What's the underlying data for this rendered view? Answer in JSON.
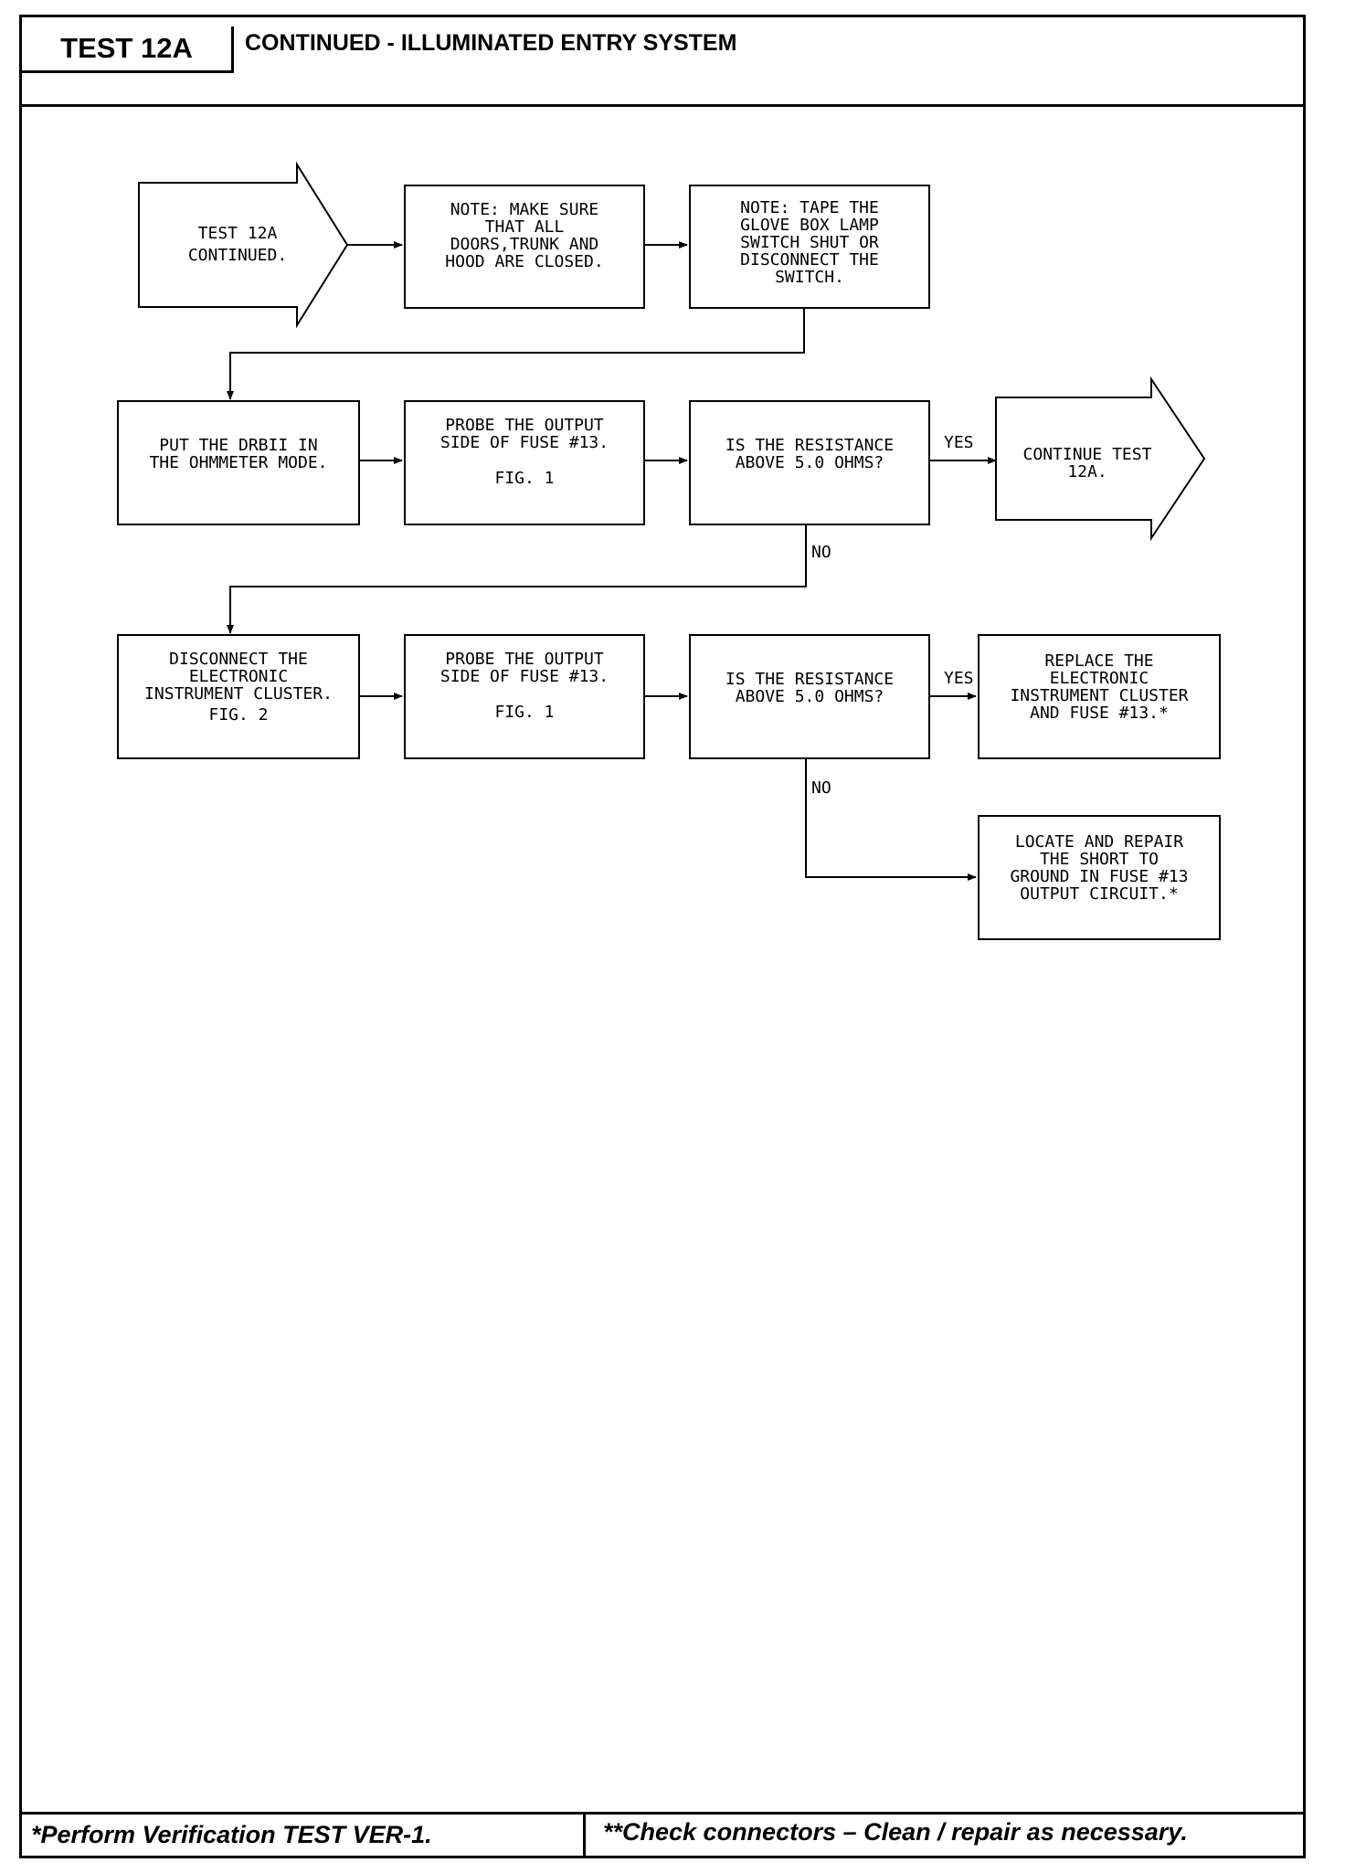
{
  "header": {
    "test_id": "TEST 12A",
    "title": "CONTINUED - ILLUMINATED ENTRY SYSTEM"
  },
  "flow": {
    "start": "TEST 12A\nCONTINUED.",
    "note_doors": "NOTE: MAKE SURE\nTHAT ALL\nDOORS,TRUNK AND\nHOOD ARE CLOSED.",
    "note_glovebox": "NOTE: TAPE THE\nGLOVE BOX LAMP\nSWITCH SHUT OR\nDISCONNECT THE\nSWITCH.",
    "drb_mode": "PUT THE DRBII IN\nTHE OHMMETER MODE.",
    "probe_1": "PROBE THE OUTPUT\nSIDE OF FUSE #13.",
    "probe_1_fig": "FIG. 1",
    "question_1": "IS THE RESISTANCE\nABOVE 5.0 OHMS?",
    "continue": "CONTINUE TEST\n12A.",
    "disconnect": "DISCONNECT THE\nELECTRONIC\nINSTRUMENT CLUSTER.",
    "disconnect_fig": "FIG. 2",
    "probe_2": "PROBE THE OUTPUT\nSIDE OF FUSE #13.",
    "probe_2_fig": "FIG. 1",
    "question_2": "IS THE RESISTANCE\nABOVE 5.0 OHMS?",
    "replace": "REPLACE THE\nELECTRONIC\nINSTRUMENT CLUSTER\nAND FUSE #13.*",
    "repair": "LOCATE AND REPAIR\nTHE SHORT TO\nGROUND IN FUSE #13\nOUTPUT CIRCUIT.*",
    "yes_label": "YES",
    "no_label": "NO"
  },
  "footer": {
    "left": "*Perform Verification TEST VER-1.",
    "right": "**Check connectors – Clean / repair as necessary."
  }
}
